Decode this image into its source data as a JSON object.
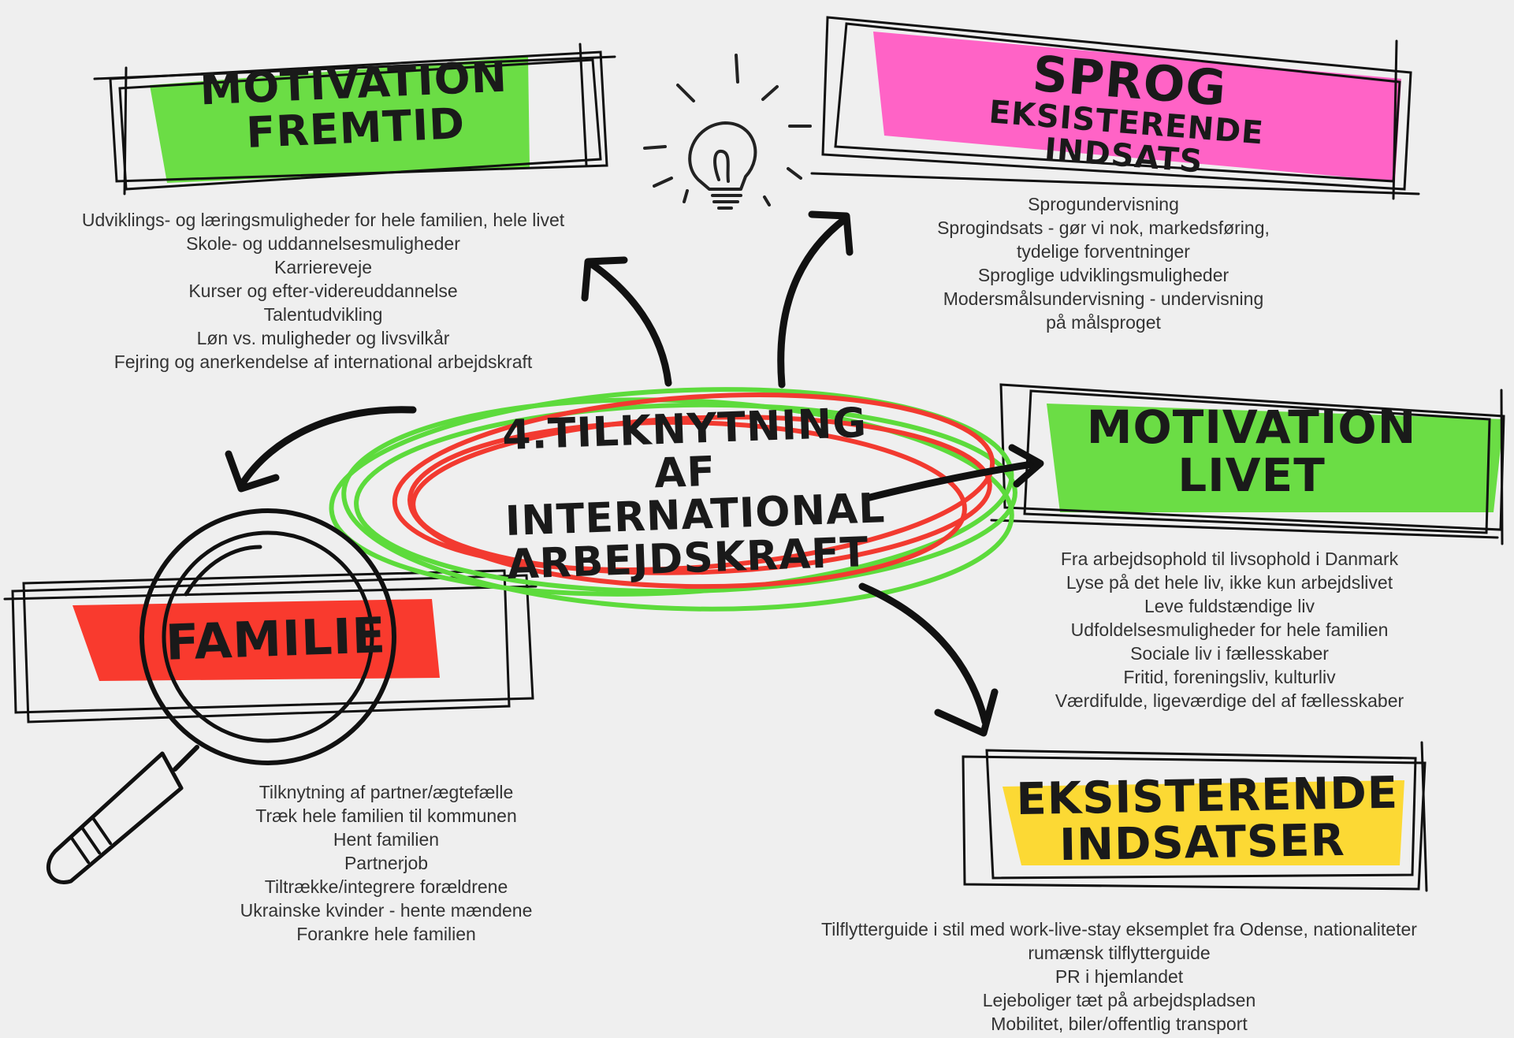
{
  "center": {
    "lines": [
      "4.TILKNYTNING AF",
      "INTERNATIONAL",
      "ARBEJDSKRAFT"
    ]
  },
  "nodes": {
    "motivation_fremtid": {
      "title": [
        "MOTIVATION",
        "FREMTID"
      ],
      "highlight_color": "#6bdd45",
      "items": [
        "Udviklings- og læringsmuligheder for hele familien, hele livet",
        "Skole- og uddannelsesmuligheder",
        "Karriereveje",
        "Kurser og efter-videreuddannelse",
        "Talentudvikling",
        "Løn vs. muligheder og livsvilkår",
        "Fejring og anerkendelse af international arbejdskraft"
      ]
    },
    "sprog": {
      "title": [
        "SPROG",
        "EKSISTERENDE INDSATS"
      ],
      "highlight_color": "#ff63c6",
      "items": [
        "Sprogundervisning",
        "Sprogindsats - gør vi nok, markedsføring,",
        "tydelige forventninger",
        "Sproglige udviklingsmuligheder",
        "Modersmålsundervisning - undervisning",
        "på målsproget"
      ]
    },
    "motivation_livet": {
      "title": [
        "MOTIVATION",
        "LIVET"
      ],
      "highlight_color": "#6bdd45",
      "items": [
        "Fra arbejdsophold til livsophold i Danmark",
        "Lyse på det hele liv, ikke kun arbejdslivet",
        "Leve fuldstændige liv",
        "Udfoldelsesmuligheder for hele familien",
        "Sociale liv i fællesskaber",
        "Fritid, foreningsliv, kulturliv",
        "Værdifulde, ligeværdige del af fællesskaber"
      ]
    },
    "familie": {
      "title": [
        "FAMILIE"
      ],
      "highlight_color": "#f93a2e",
      "items": [
        "Tilknytning af partner/ægtefælle",
        "Træk hele familien til kommunen",
        "Hent familien",
        "Partnerjob",
        "Tiltrække/integrere forældrene",
        "Ukrainske kvinder - hente mændene",
        "Forankre hele familien"
      ]
    },
    "eksisterende": {
      "title": [
        "EKSISTERENDE",
        "INDSATSER"
      ],
      "highlight_color": "#fcd934",
      "items": [
        "Tilflytterguide i stil med work-live-stay eksemplet fra Odense, nationaliteter",
        "rumænsk tilflytterguide",
        "PR i hjemlandet",
        "Lejeboliger tæt på arbejdspladsen",
        "Mobilitet, biler/offentlig transport"
      ]
    }
  }
}
